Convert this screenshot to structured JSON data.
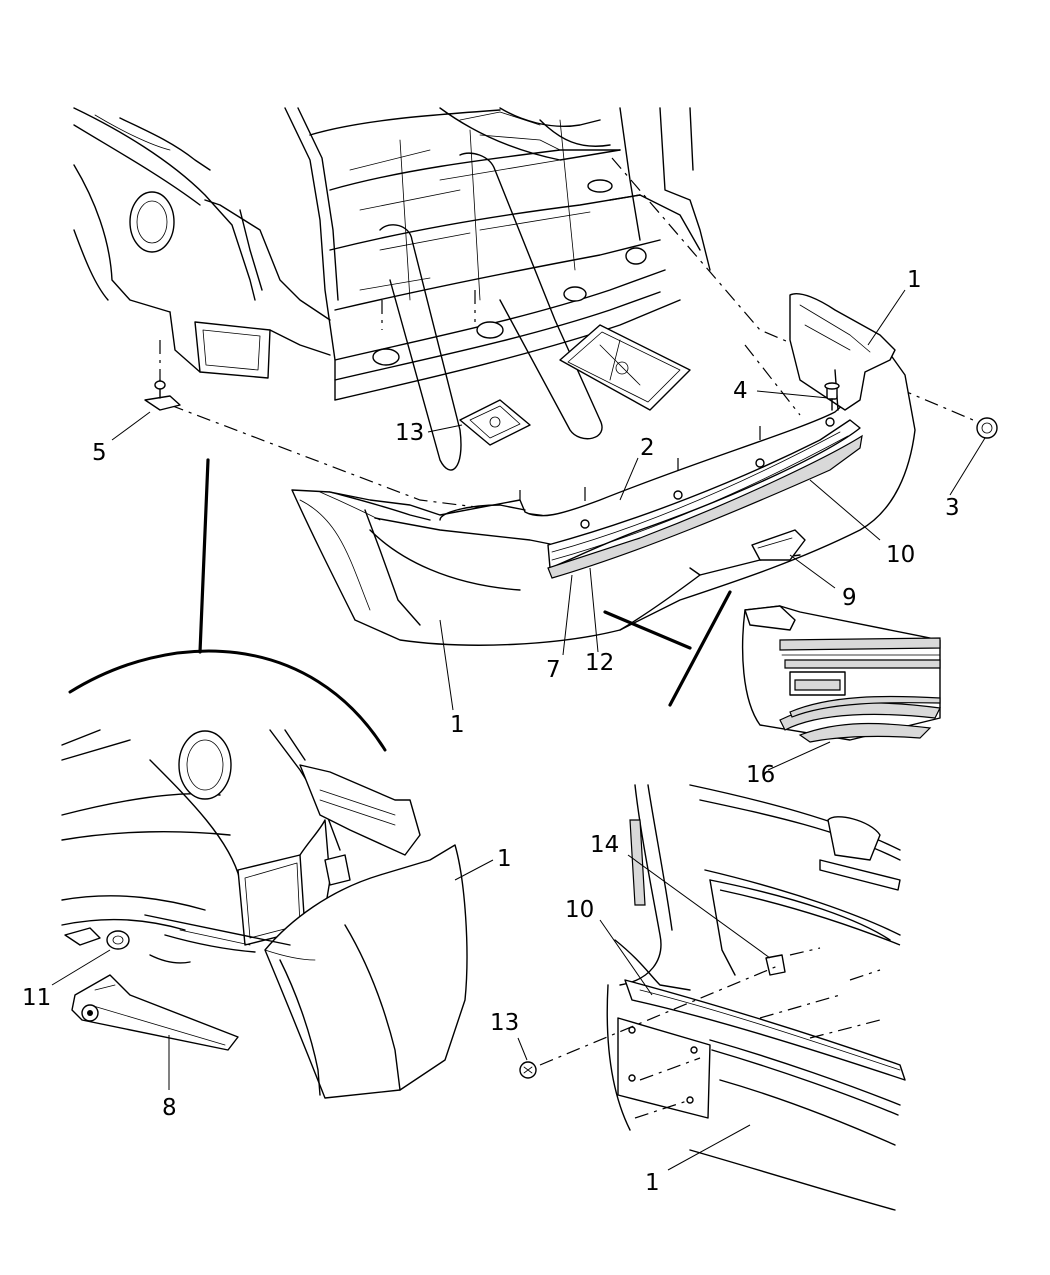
{
  "callouts": {
    "c1_top": "1",
    "c4": "4",
    "c3": "3",
    "c5": "5",
    "c13_top": "13",
    "c2": "2",
    "c10_top": "10",
    "c9": "9",
    "c7": "7",
    "c12": "12",
    "c1_mid": "1",
    "c16": "16",
    "c1_left": "1",
    "c11": "11",
    "c8": "8",
    "c14": "14",
    "c10_bot": "10",
    "c13_bot": "13",
    "c1_bot": "1"
  }
}
